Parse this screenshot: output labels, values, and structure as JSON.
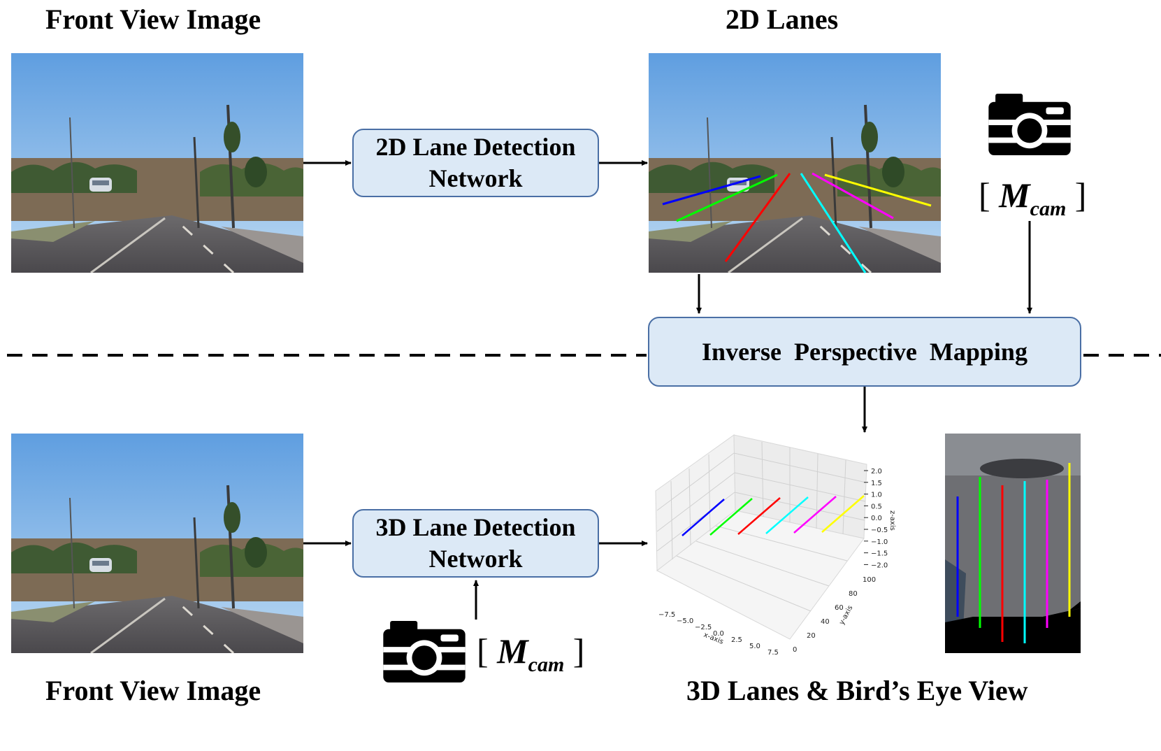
{
  "titles": {
    "top_left": "Front View Image",
    "top_right": "2D Lanes",
    "bottom_left": "Front View Image",
    "bottom_right": "3D Lanes & Bird’s Eye View"
  },
  "boxes": {
    "lane2d_line1": "2D Lane Detection",
    "lane2d_line2": "Network",
    "ipm": "Inverse  Perspective  Mapping",
    "lane3d_line1": "3D Lane Detection",
    "lane3d_line2": "Network"
  },
  "camera_params": {
    "symbol": "M",
    "subscript": "cam",
    "open_bracket": "[",
    "close_bracket": "]"
  },
  "icons": [
    "camera-icon",
    "arrow-icon"
  ],
  "lane_colors": [
    "#0000ff",
    "#00ff00",
    "#ff0000",
    "#00ffff",
    "#ff00ff",
    "#ffff00"
  ],
  "plot3d": {
    "z_ticks": [
      "2.0",
      "1.5",
      "1.0",
      "0.5",
      "0.0",
      "−0.5",
      "−1.0",
      "−1.5",
      "−2.0"
    ],
    "y_ticks": [
      "100",
      "80",
      "60",
      "40",
      "20",
      "0"
    ],
    "x_ticks": [
      "−7.5",
      "−5.0",
      "−2.5",
      "0.0",
      "2.5",
      "5.0",
      "7.5"
    ],
    "xlabel": "x-axis",
    "ylabel": "y-axis",
    "zlabel": "z-axis"
  }
}
